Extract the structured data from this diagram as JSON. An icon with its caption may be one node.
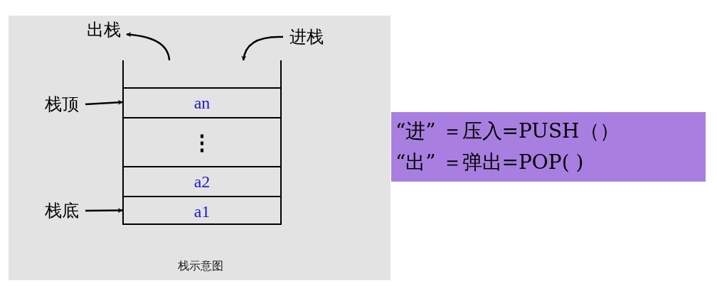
{
  "diagram": {
    "caption": "栈示意图",
    "nodes": [
      {
        "text": [
          "出栈"
        ]
      },
      {
        "text": [
          "进栈"
        ]
      },
      {
        "text": [],
        "shape": "box"
      },
      {
        "text": [
          "栈顶"
        ]
      },
      {
        "text": [
          "an"
        ],
        "in": 2
      },
      {
        "text": [
          "⋮"
        ],
        "in": 2
      },
      {
        "text": [
          "a2"
        ],
        "in": 2
      },
      {
        "text": [
          "a1"
        ],
        "in": 2
      },
      {
        "text": [
          "栈底"
        ]
      }
    ],
    "edges": [
      {
        "from": 2,
        "to": 0,
        "arrow": "to"
      },
      {
        "from": 1,
        "to": 2,
        "arrow": "to"
      },
      {
        "from": 3,
        "to": 4,
        "arrow": "to"
      },
      {
        "from": 8,
        "to": 7,
        "arrow": "to"
      }
    ],
    "labels": [
      "“进” ＝压入=PUSH（）",
      "“出” ＝弹出=POP( )"
    ]
  }
}
